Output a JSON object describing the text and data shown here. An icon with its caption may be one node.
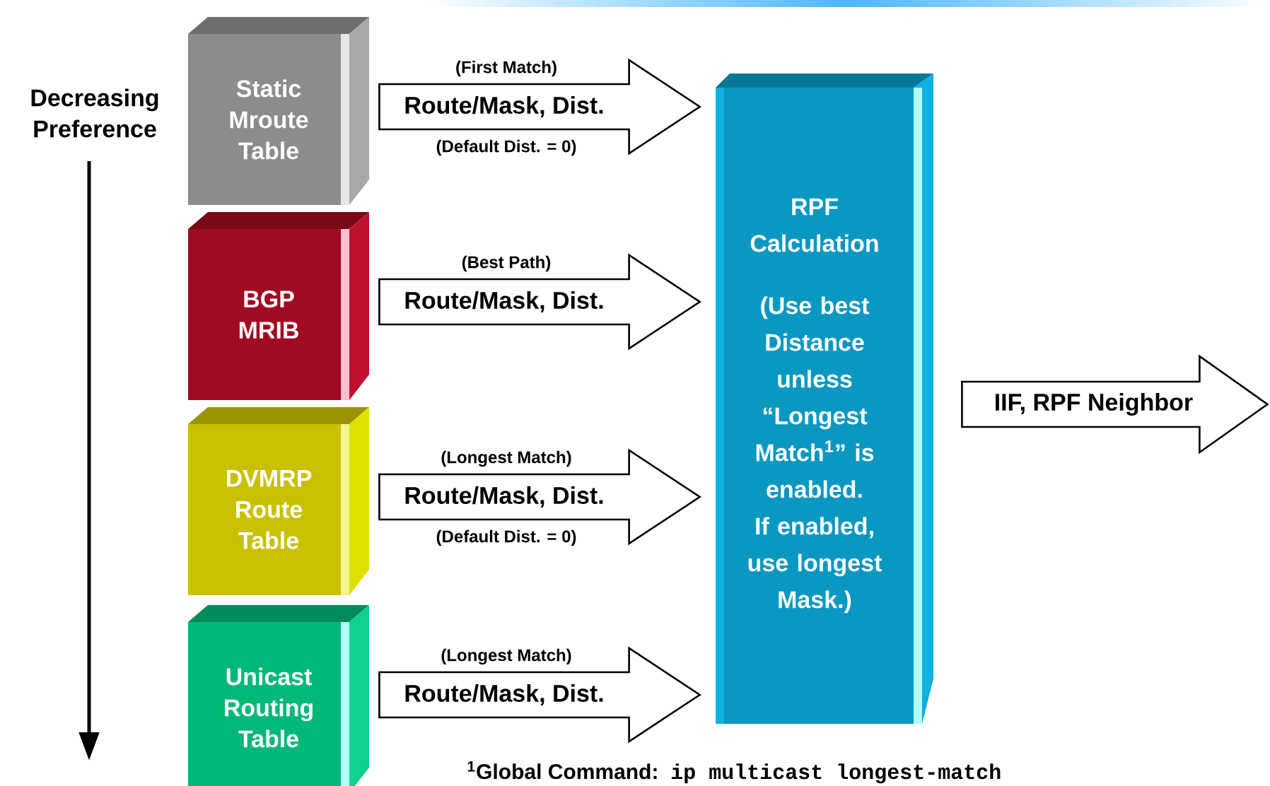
{
  "diagram": {
    "nodes": [
      {
        "text": [
          "Static Mroute Table"
        ]
      },
      {
        "text": [
          "BGP MRIB"
        ]
      },
      {
        "text": [
          "DVMRP Route Table"
        ]
      },
      {
        "text": [
          "Unicast Routing Table"
        ]
      },
      {
        "text": [
          "RPF Calculation",
          "(Use best Distance unless “Longest Match$^{1}$” is enabled.",
          "If enabled, use longest Mask.)"
        ]
      }
    ],
    "edges": [
      {
        "from": 0,
        "to": 4,
        "arrow": "to",
        "label": "Route/Mask, Dist."
      },
      {
        "from": 1,
        "to": 4,
        "arrow": "to",
        "label": "Route/Mask, Dist."
      },
      {
        "from": 2,
        "to": 4,
        "arrow": "to",
        "label": "Route/Mask, Dist."
      },
      {
        "from": 3,
        "to": 4,
        "arrow": "to",
        "label": "Route/Mask, Dist."
      },
      {
        "from": 4,
        "to": null,
        "arrow": "to",
        "label": "IIF, RPF Neighbor"
      }
    ],
    "labels": [
      "Decreasing Preference",
      "(First Match)",
      "(Default Dist. = 0)",
      "(Best Path)",
      "(Longest Match)",
      "(Default Dist. = 0)",
      "(Longest Match)",
      "$^{1}$Global Command:",
      "ip multicast longest-match"
    ]
  }
}
